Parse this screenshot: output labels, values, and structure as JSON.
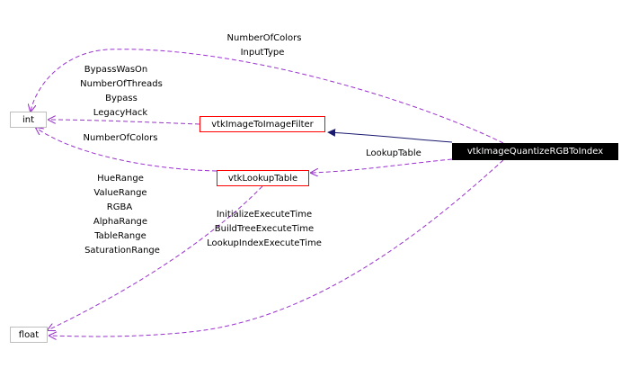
{
  "nodes": {
    "int": "int",
    "float": "float",
    "image_to_image_filter": "vtkImageToImageFilter",
    "lookup_table": "vtkLookupTable",
    "quantize": "vtkImageQuantizeRGBToIndex"
  },
  "edge_labels": {
    "quantize_to_int": [
      "NumberOfColors",
      "InputType"
    ],
    "filter_to_int": [
      "BypassWasOn",
      "NumberOfThreads",
      "Bypass",
      "LegacyHack"
    ],
    "lookup_to_int": [
      "NumberOfColors"
    ],
    "quantize_to_lookup": [
      "LookupTable"
    ],
    "lookup_to_float": [
      "HueRange",
      "ValueRange",
      "RGBA",
      "AlphaRange",
      "TableRange",
      "SaturationRange"
    ],
    "quantize_to_float": [
      "InitializeExecuteTime",
      "BuildTreeExecuteTime",
      "LookupIndexExecuteTime"
    ]
  },
  "colors": {
    "usage_edge": "#9a32cd",
    "inheritance_edge": "#191970",
    "class_border": "#ff0000",
    "builtin_border": "#bfbfbf"
  }
}
